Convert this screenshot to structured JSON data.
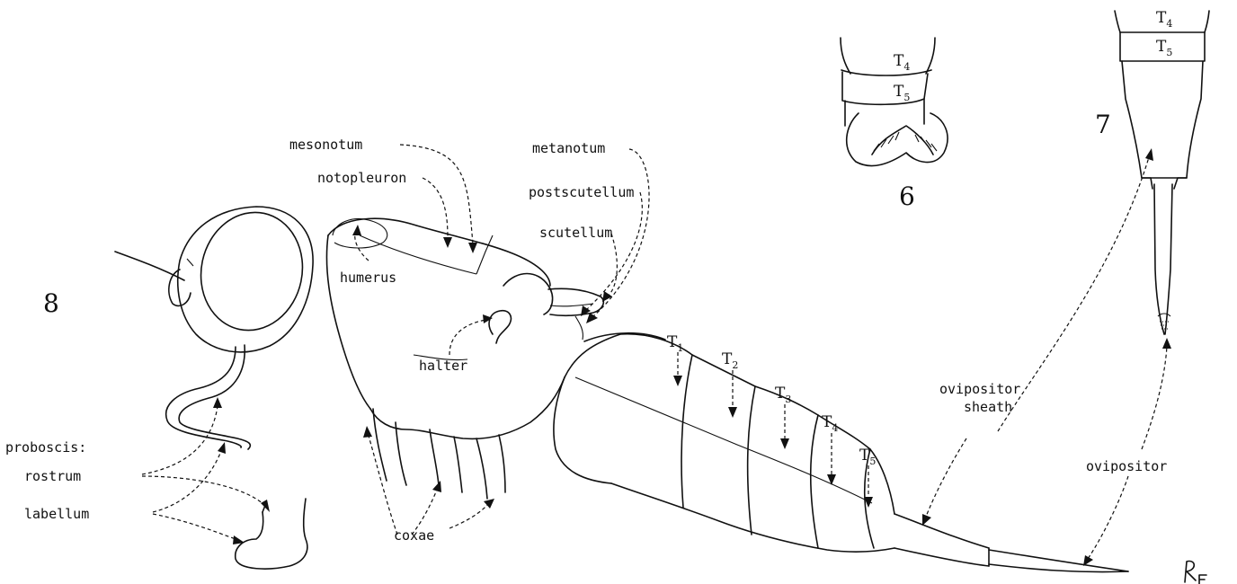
{
  "figure_numbers": {
    "fig8": "8",
    "fig6": "6",
    "fig7": "7"
  },
  "labels": {
    "mesonotum": "mesonotum",
    "notopleuron": "notopleuron",
    "humerus": "humerus",
    "metanotum": "metanotum",
    "postscutellum": "postscutellum",
    "scutellum": "scutellum",
    "halter": "halter",
    "proboscis": "proboscis:",
    "rostrum": "rostrum",
    "labellum": "labellum",
    "coxae": "coxae",
    "ovipositor_sheath_1": "ovipositor",
    "ovipositor_sheath_2": "sheath",
    "ovipositor": "ovipositor"
  },
  "segments": {
    "T": "T",
    "t1": "1",
    "t2": "2",
    "t3": "3",
    "t4": "4",
    "t5": "5"
  },
  "signature": "RF"
}
